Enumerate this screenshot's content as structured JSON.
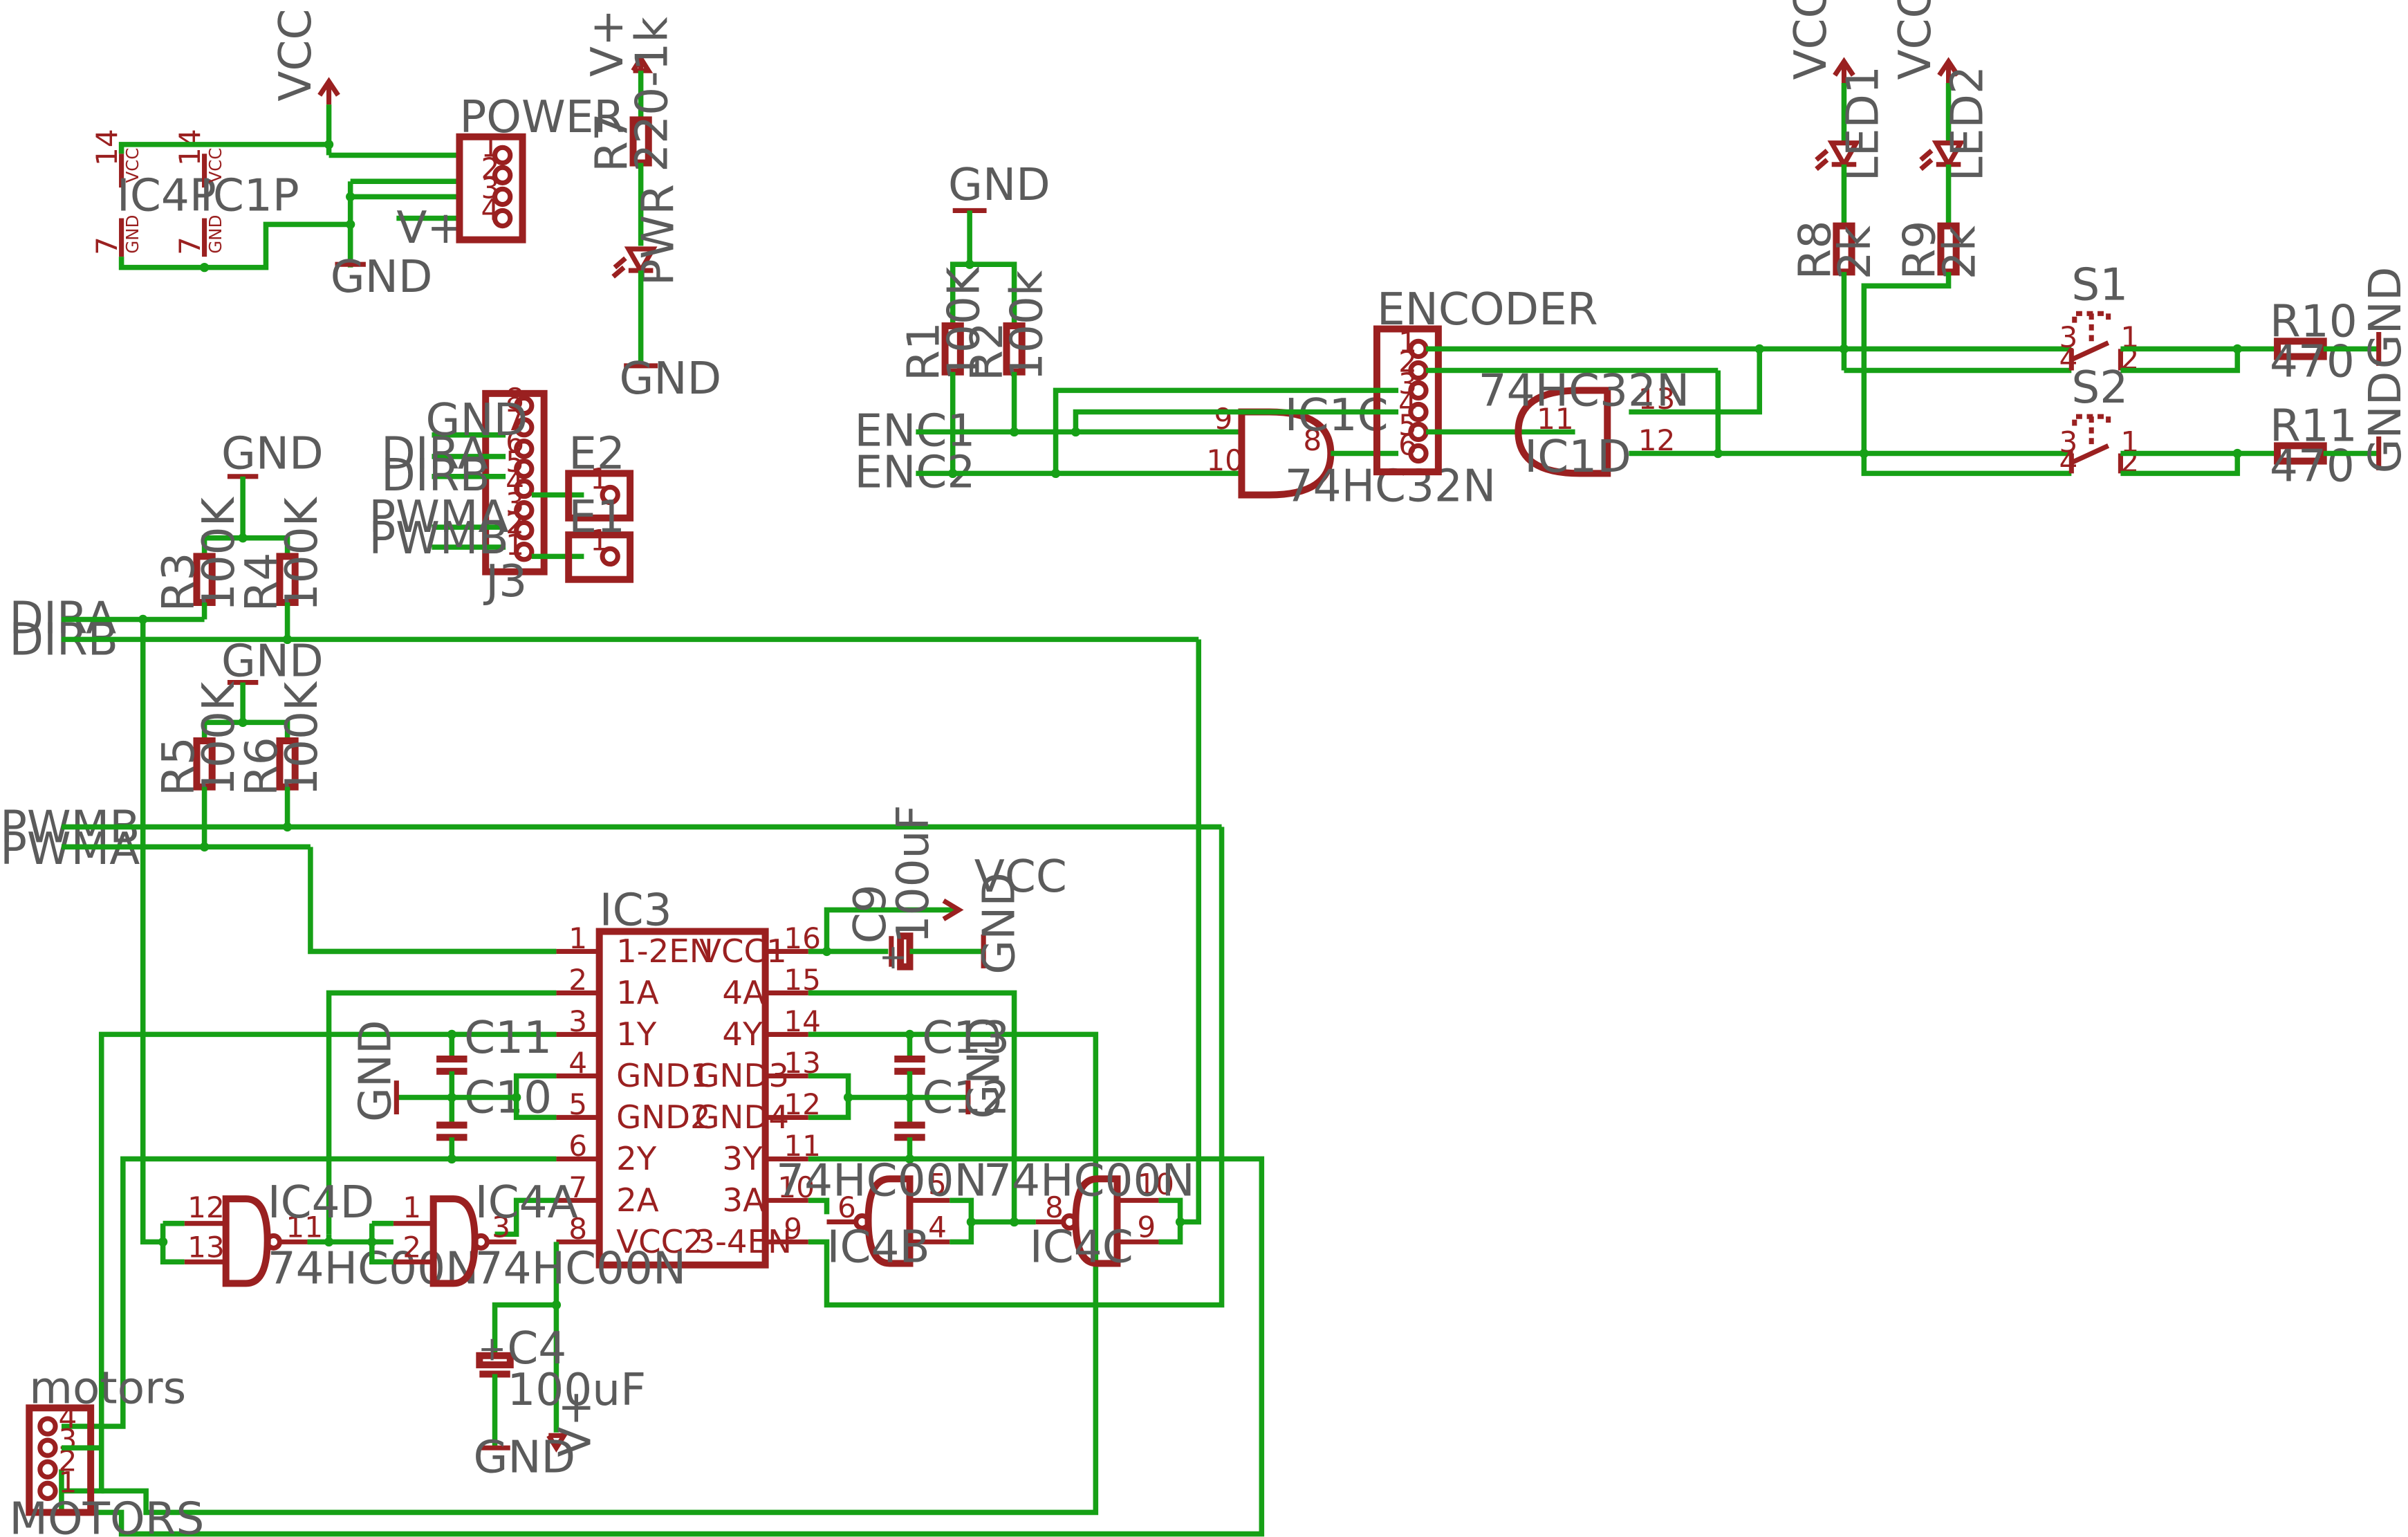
{
  "power": {
    "vcc": "VCC",
    "gnd": "GND",
    "vplus": "V+",
    "ic4p": "IC4P",
    "ic1p": "IC1P",
    "pin14": "14",
    "pin7": "7",
    "pinvcc": "VCC",
    "pingnd": "GND",
    "header": "POWER",
    "pins": [
      "1",
      "2",
      "3",
      "4"
    ]
  },
  "pwr_led": {
    "vplus": "V+",
    "r7": "R7",
    "r7_value": "220-1k",
    "led": "PWR",
    "gnd": "GND"
  },
  "j3": {
    "name": "J3",
    "signals": [
      "GND",
      "DIRA",
      "DIRB",
      "PWMA",
      "PWMB"
    ],
    "pins": [
      "8",
      "7",
      "6",
      "5",
      "4",
      "3",
      "2",
      "1"
    ],
    "e2": "E2",
    "e1": "E1",
    "e_pin": "1"
  },
  "pullups": {
    "gnd": "GND",
    "r3": "R3",
    "r4": "R4",
    "r5": "R5",
    "r6": "R6",
    "value": "100K"
  },
  "left_nets": [
    "DIRA",
    "DIRB",
    "PWMB",
    "PWMA"
  ],
  "encoder": {
    "gnd": "GND",
    "r1": "R1",
    "r1_value": "100K",
    "r2": "R2",
    "r2_value": "100k",
    "enc1": "ENC1",
    "enc2": "ENC2",
    "ic1c": "IC1C",
    "ic1c_part": "74HC32N",
    "ic1d": "IC1D",
    "ic1d_part": "74HC32N",
    "connector": "ENCODER",
    "pins": [
      "1",
      "2",
      "3",
      "4",
      "5",
      "6"
    ],
    "ic1c_pins": [
      "9",
      "10",
      "8"
    ],
    "ic1d_pins": [
      "13",
      "11",
      "12"
    ]
  },
  "switches": {
    "vcc": "VCC",
    "led1": "LED1",
    "led2": "LED2",
    "r8": "R8",
    "r9": "R9",
    "r_value": "2k",
    "s1": "S1",
    "s2": "S2",
    "r10": "R10",
    "r11": "R11",
    "r_sw_value": "470",
    "gnd": "GND",
    "pins": [
      "3",
      "4",
      "1",
      "2"
    ]
  },
  "ic3": {
    "name": "IC3",
    "left_names": [
      "1-2EN",
      "1A",
      "1Y",
      "GND1",
      "GND2",
      "2Y",
      "2A",
      "VCC2"
    ],
    "left_pins": [
      "1",
      "2",
      "3",
      "4",
      "5",
      "6",
      "7",
      "8"
    ],
    "right_names": [
      "VCC1",
      "4A",
      "4Y",
      "GND3",
      "GND4",
      "3Y",
      "3A",
      "3-4EN"
    ],
    "right_pins": [
      "16",
      "15",
      "14",
      "13",
      "12",
      "11",
      "10",
      "9"
    ]
  },
  "caps": {
    "c9": "C9",
    "c9_value": "100uF",
    "vcc": "VCC",
    "gnd": "GND",
    "c11": "C11",
    "c10": "C10",
    "c13": "C13",
    "c12": "C12",
    "c4": "C4",
    "c4_value": "100uF",
    "vplus": "V+"
  },
  "nands": {
    "ic4d": "IC4D",
    "ic4a": "IC4A",
    "ic4b": "IC4B",
    "ic4c": "IC4C",
    "part": "74HC00N",
    "ic4d_pins": [
      "12",
      "13",
      "11"
    ],
    "ic4a_pins": [
      "1",
      "2",
      "3"
    ],
    "ic4b_pins": [
      "5",
      "4",
      "6"
    ],
    "ic4c_pins": [
      "10",
      "9",
      "8"
    ]
  },
  "motors": {
    "top": "motors",
    "bottom": "MOTORS",
    "pins": [
      "4",
      "3",
      "2",
      "1"
    ]
  },
  "colors": {
    "wire": "#16a016",
    "part": "#9a2020",
    "label": "#5b5b5b",
    "background": "#ffffff"
  }
}
